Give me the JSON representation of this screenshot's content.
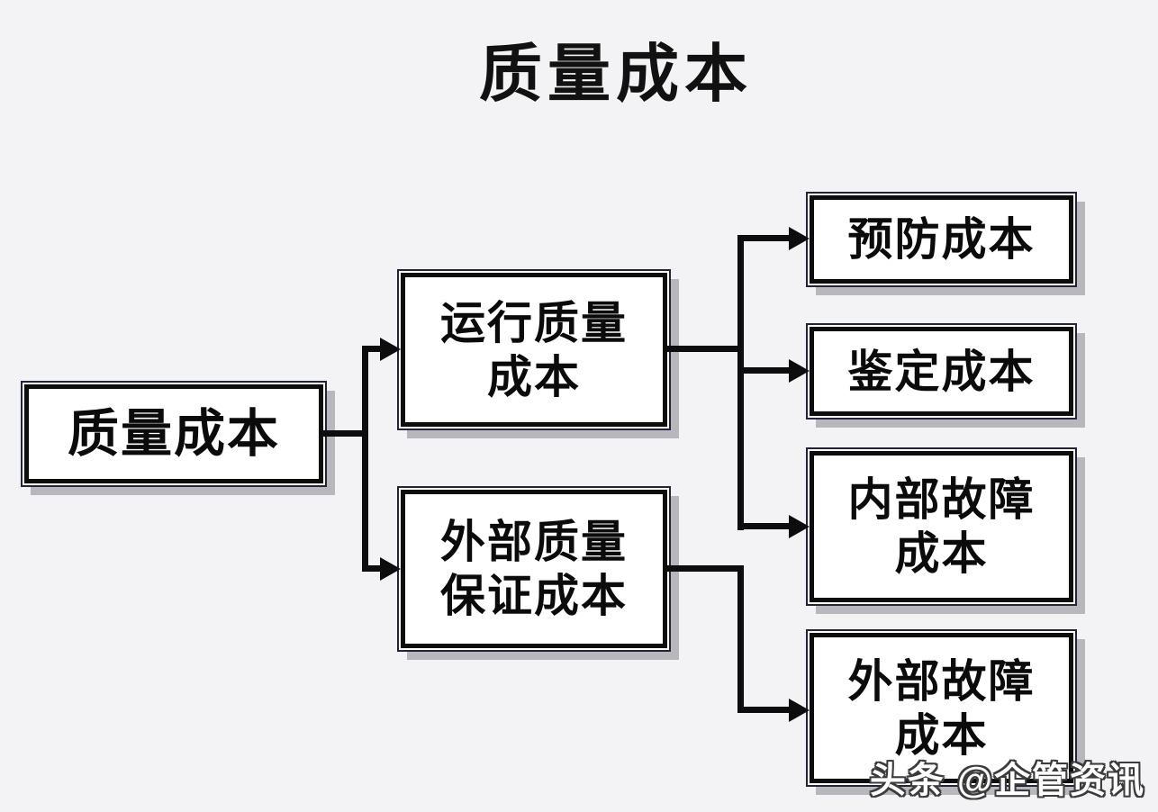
{
  "page": {
    "title": "质量成本"
  },
  "diagram": {
    "root": {
      "label": "质量成本"
    },
    "branches": [
      {
        "label": "运行质量\n成本",
        "children": [
          "预防成本",
          "鉴定成本",
          "内部故障成本"
        ]
      },
      {
        "label": "外部质量\n保证成本",
        "children": [
          "外部故障成本"
        ]
      }
    ],
    "leaves": [
      {
        "label": "预防成本"
      },
      {
        "label": "鉴定成本"
      },
      {
        "label": "内部故障\n成本"
      },
      {
        "label": "外部故障\n成本"
      }
    ]
  },
  "watermark": {
    "text": "头条 @企管资讯"
  },
  "colors": {
    "background": "#f3f3f6",
    "box_fill": "#ffffff",
    "line": "#0d0d0d",
    "outer_line": "#23233a",
    "shadow": "#b7b7bc",
    "watermark_fill": "#ffffff",
    "watermark_outline": "#3c3c3c"
  }
}
